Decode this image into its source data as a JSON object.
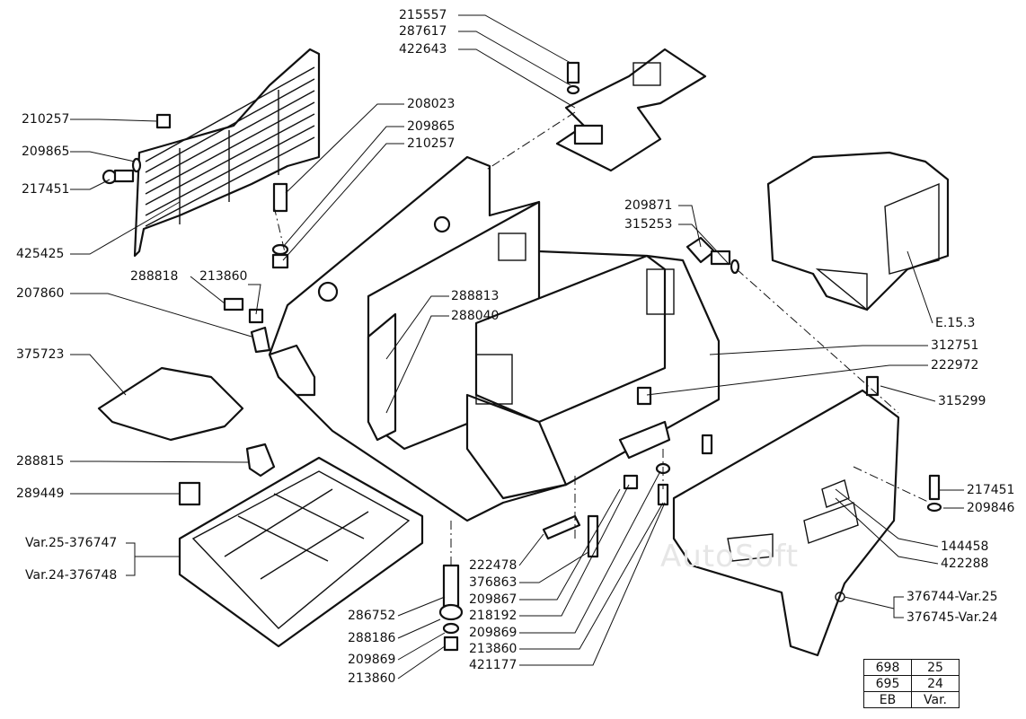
{
  "watermark": "AutoSoft",
  "labels": {
    "l215557": "215557",
    "l287617": "287617",
    "l422643": "422643",
    "l208023": "208023",
    "l209865a": "209865",
    "l210257a": "210257",
    "l210257b": "210257",
    "l209865b": "209865",
    "l217451a": "217451",
    "l425425": "425425",
    "l288818": "288818",
    "l213860a": "213860",
    "l207860": "207860",
    "l288813": "288813",
    "l288040": "288040",
    "l375723": "375723",
    "l288815": "288815",
    "l289449": "289449",
    "lvar25a": "Var.25-376747",
    "lvar24a": "Var.24-376748",
    "l209871": "209871",
    "l315253": "315253",
    "le153": "E.15.3",
    "l312751": "312751",
    "l222972": "222972",
    "l315299": "315299",
    "l217451b": "217451",
    "l209846": "209846",
    "l144458": "144458",
    "l422288": "422288",
    "lvar25b": "376744-Var.25",
    "lvar24b": "376745-Var.24",
    "l222478": "222478",
    "l376863": "376863",
    "l209867": "209867",
    "l218192": "218192",
    "l209869a": "209869",
    "l213860b": "213860",
    "l421177": "421177",
    "l286752": "286752",
    "l288186": "288186",
    "l209869b": "209869",
    "l213860c": "213860"
  },
  "variant_table": {
    "rows": [
      [
        "698",
        "25"
      ],
      [
        "695",
        "24"
      ],
      [
        "EB",
        "Var."
      ]
    ]
  }
}
